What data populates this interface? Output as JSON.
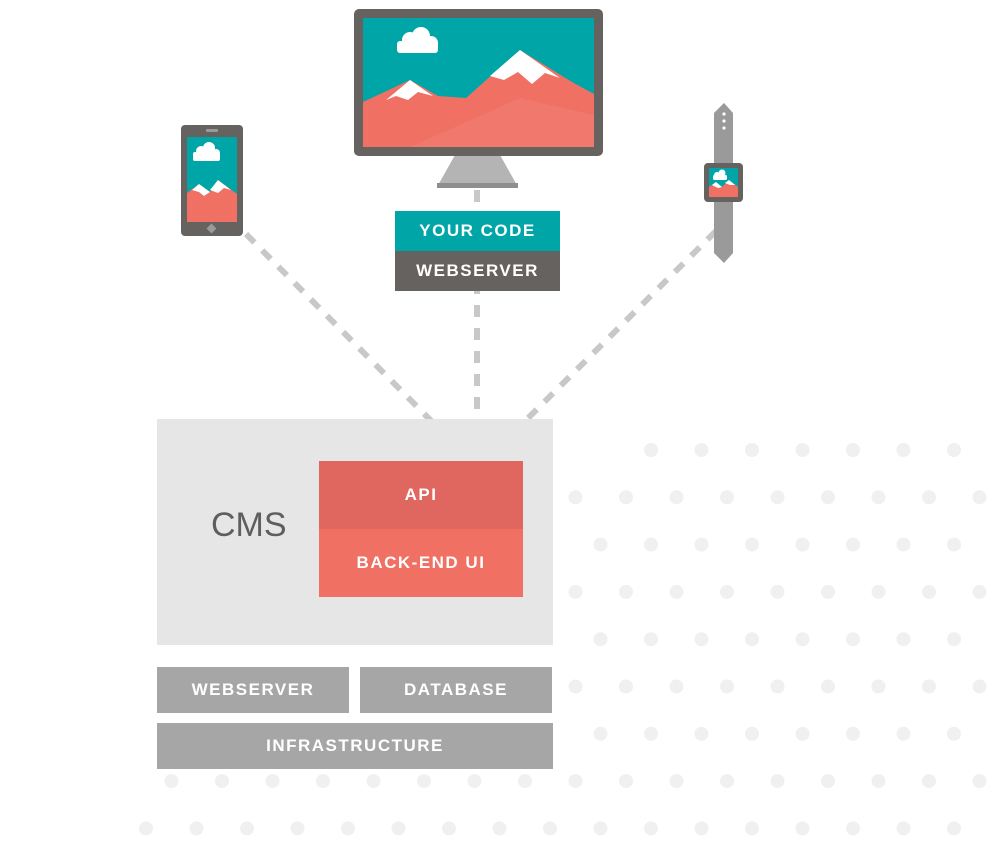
{
  "frontend_stack": {
    "code_label": "YOUR CODE",
    "webserver_label": "WEBSERVER"
  },
  "cms": {
    "label": "CMS",
    "api_label": "API",
    "backend_label": "BACK-END UI"
  },
  "infrastructure": {
    "webserver_label": "WEBSERVER",
    "database_label": "DATABASE",
    "infrastructure_label": "INFRASTRUCTURE"
  },
  "devices": [
    "desktop-monitor",
    "smartphone",
    "smartwatch"
  ],
  "icons": [
    "desktop-monitor-icon",
    "smartphone-icon",
    "smartwatch-icon",
    "cloud-icon",
    "mountain-icon"
  ],
  "colors": {
    "teal": "#00a5a8",
    "coral": "#f07064",
    "coral_dark": "#e06660",
    "dark_gray": "#666260",
    "mid_gray": "#a6a6a6",
    "light_gray": "#e6e6e6",
    "dots": "#f0f0f0"
  }
}
